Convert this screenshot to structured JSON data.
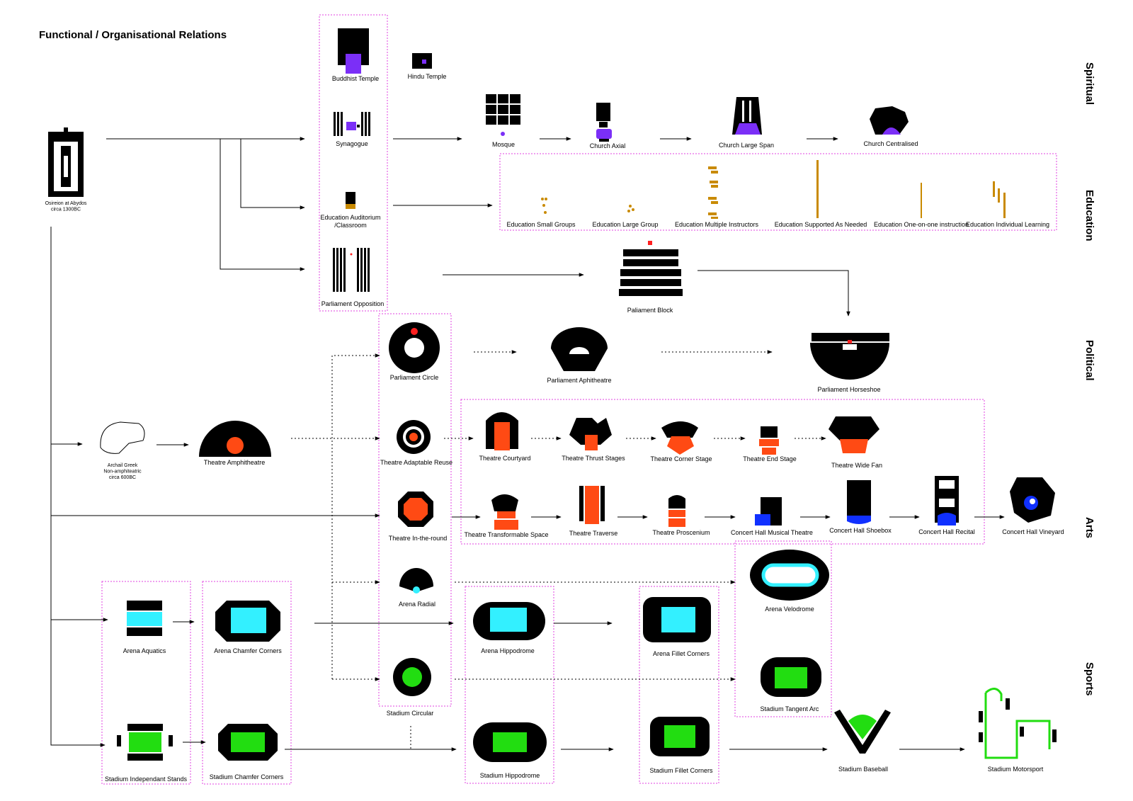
{
  "title": "Functional / Organisational Relations",
  "categories": [
    "Spiritual",
    "Education",
    "Political",
    "Arts",
    "Sports"
  ],
  "colors": {
    "group_border": "#e040e0",
    "spiritual": "#7b2ff7",
    "education": "#c98a00",
    "theatre": "#ff4a14",
    "concert": "#1030ff",
    "aquatic": "#33f0ff",
    "field": "#22dd11"
  },
  "nodes": {
    "osireion": "Osireion at Abydos\ncirca 1300BC",
    "buddhist": "Buddhist Temple",
    "hindu": "Hindu Temple",
    "synagogue": "Synagogue",
    "mosque": "Mosque",
    "church_axial": "Church Axial",
    "church_large": "Church Large Span",
    "church_central": "Church Centralised",
    "edu_auditorium": "Education Auditorium\n/Classroom",
    "edu_small": "Education Small Groups",
    "edu_large": "Education Large Group",
    "edu_multiple": "Education Multiple Instructors",
    "edu_supported": "Education Supported As Needed",
    "edu_one": "Education One-on-one instruction",
    "edu_individual": "Education Individual Learning",
    "parl_opposition": "Parliament Opposition",
    "parl_block": "Paliament Block",
    "parl_circle": "Parliament Circle",
    "parl_amphi": "Parliament Aphitheatre",
    "parl_horseshoe": "Parliament Horseshoe",
    "archaic_greek": "Archail Greek\nNon-amphiteatric\ncirca 600BC",
    "theatre_amphi": "Theatre Amphitheatre",
    "theatre_adapt": "Theatre Adaptable Reuse",
    "theatre_court": "Theatre Courtyard",
    "theatre_thrust": "Theatre Thrust Stages",
    "theatre_corner": "Theatre Corner Stage",
    "theatre_end": "Theatre End Stage",
    "theatre_widefan": "Theatre Wide Fan",
    "theatre_round": "Theatre In-the-round",
    "theatre_transform": "Theatre Transformable Space",
    "theatre_traverse": "Theatre Traverse",
    "theatre_proscenium": "Theatre Proscenium",
    "concert_musical": "Concert Hall Musical Theatre",
    "concert_shoebox": "Concert Hall Shoebox",
    "concert_recital": "Concert Hall Recital",
    "concert_vineyard": "Concert Hall Vineyard",
    "arena_radial": "Arena Radial",
    "arena_velodrome": "Arena Velodrome",
    "arena_aquatics": "Arena Aquatics",
    "arena_chamfer": "Arena Chamfer Corners",
    "arena_hippodrome": "Arena Hippodrome",
    "arena_fillet": "Arena Fillet Corners",
    "stadium_tangent": "Stadium Tangent Arc",
    "stadium_circular": "Stadium Circular",
    "stadium_indep": "Stadium Independant Stands",
    "stadium_chamfer": "Stadium Chamfer Corners",
    "stadium_hippodrome": "Stadium Hippodrome",
    "stadium_fillet": "Stadium Fillet Corners",
    "stadium_baseball": "Stadium Baseball",
    "stadium_motorsport": "Stadium Motorsport"
  }
}
